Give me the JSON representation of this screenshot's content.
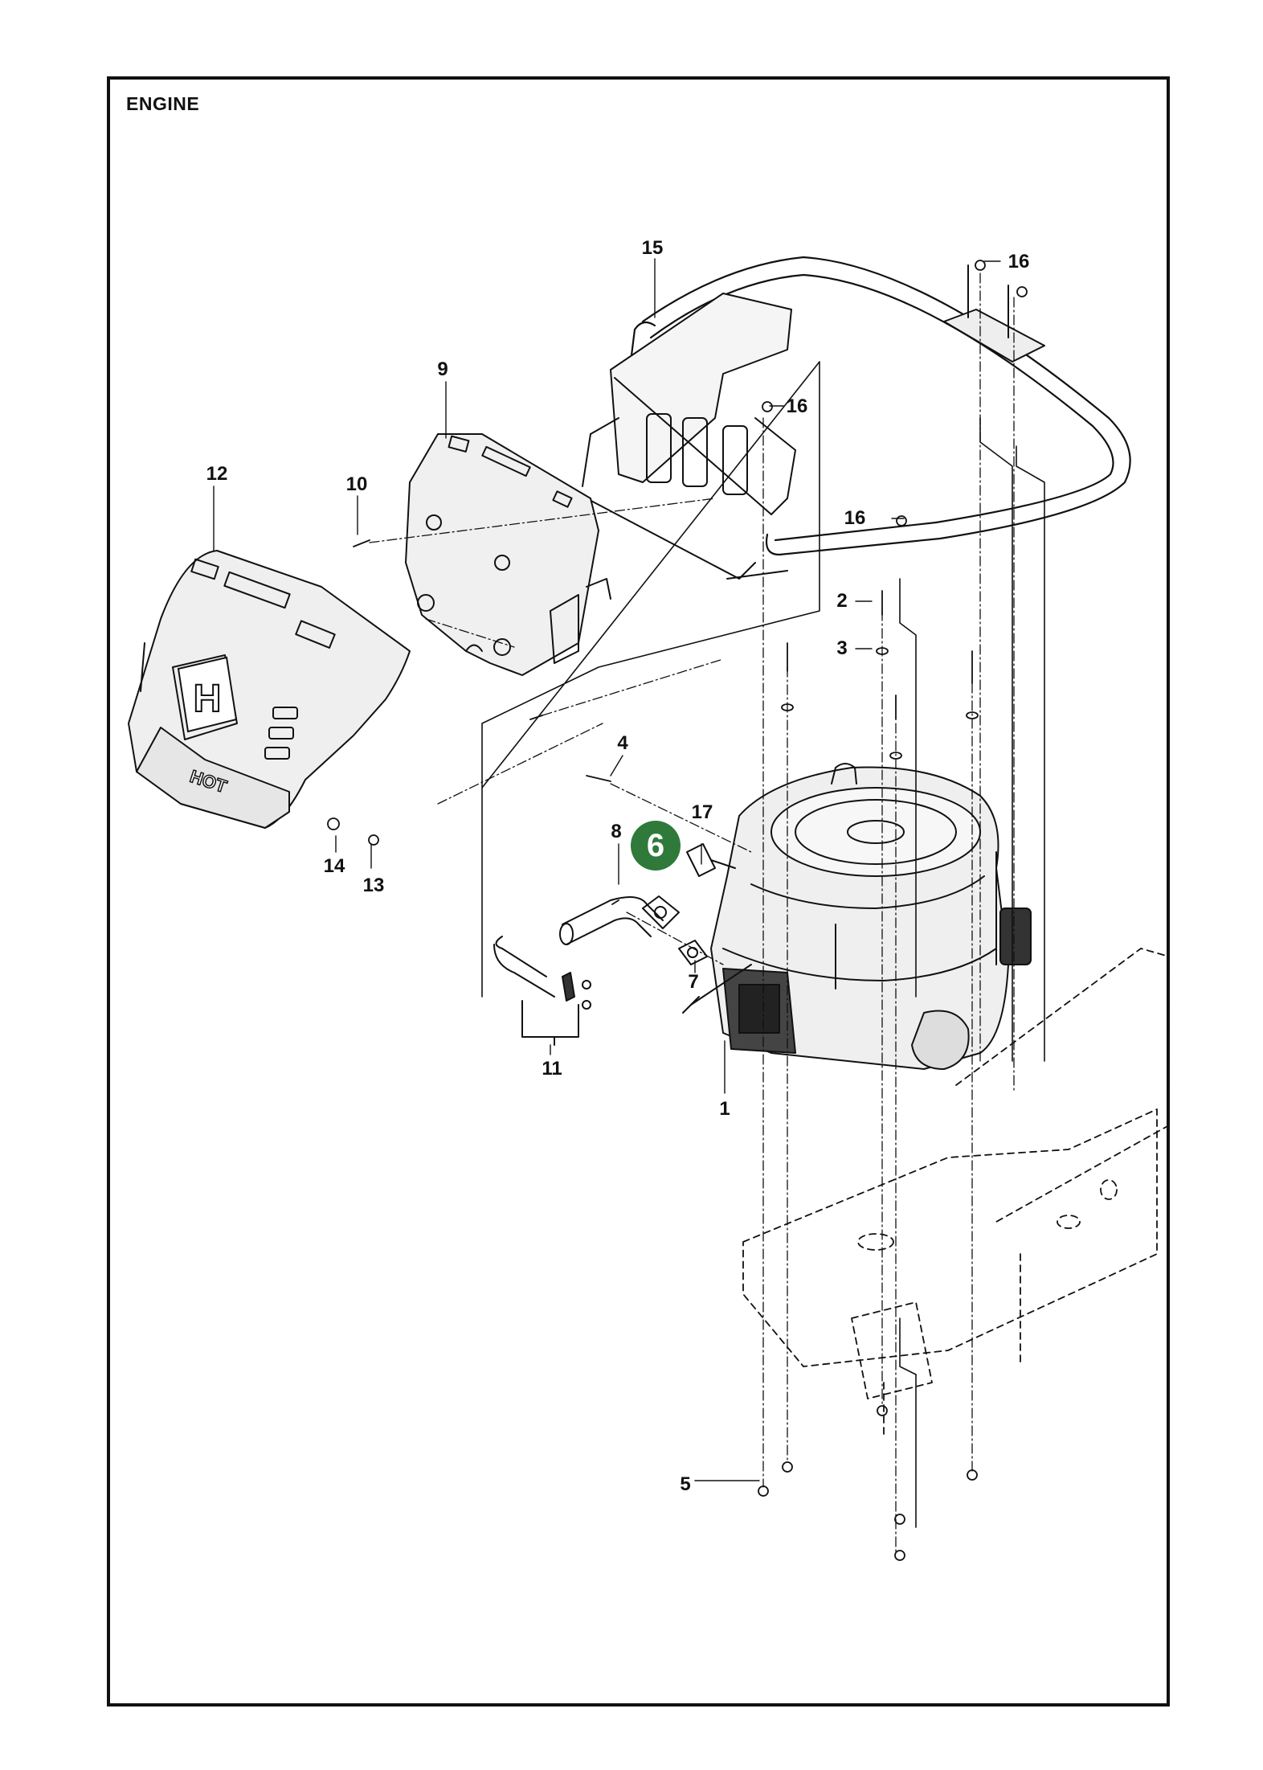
{
  "page": {
    "title": "ENGINE"
  },
  "highlighted_part": "6",
  "callouts": {
    "c1": "1",
    "c2": "2",
    "c3": "3",
    "c4": "4",
    "c5": "5",
    "c7": "7",
    "c8": "8",
    "c9": "9",
    "c10": "10",
    "c11": "11",
    "c12": "12",
    "c13": "13",
    "c14": "14",
    "c15": "15",
    "c16a": "16",
    "c16b": "16",
    "c16c": "16",
    "c17": "17"
  },
  "logo": {
    "brand_mark": "H",
    "hot_warning": "HOT"
  },
  "colors": {
    "line": "#111111",
    "highlight": "#2f7a3a",
    "part_fill": "#f2f2f2",
    "part_shade": "#d9d9d9"
  }
}
